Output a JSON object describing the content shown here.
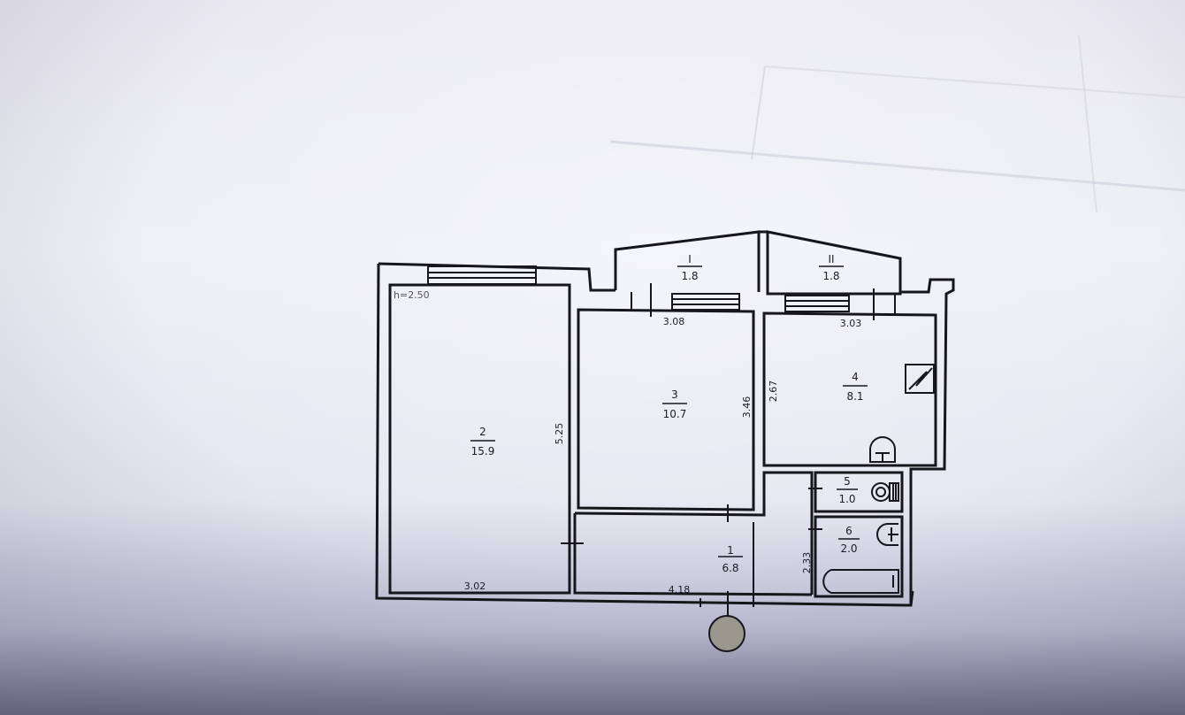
{
  "plan": {
    "ceiling_height_label": "h=2.50",
    "rooms": [
      {
        "id": "2",
        "area": "15.9",
        "type": "room"
      },
      {
        "id": "3",
        "area": "10.7",
        "type": "room"
      },
      {
        "id": "4",
        "area": "8.1",
        "type": "kitchen"
      },
      {
        "id": "1",
        "area": "6.8",
        "type": "hallway"
      },
      {
        "id": "5",
        "area": "1.0",
        "type": "toilet"
      },
      {
        "id": "6",
        "area": "2.0",
        "type": "bathroom"
      },
      {
        "id": "I",
        "area": "1.8",
        "type": "balcony"
      },
      {
        "id": "II",
        "area": "1.8",
        "type": "balcony"
      }
    ],
    "dimensions": {
      "room2_width": "3.02",
      "room2_length": "5.25",
      "room3_width": "3.08",
      "room3_length": "3.46",
      "room4_width": "3.03",
      "room4_length": "2.67",
      "hall_width": "4.18",
      "bath_length": "2.33"
    },
    "colors": {
      "line": "#16161c",
      "paper": "#eef0f6",
      "entrance_marker": "#9a978f"
    }
  }
}
